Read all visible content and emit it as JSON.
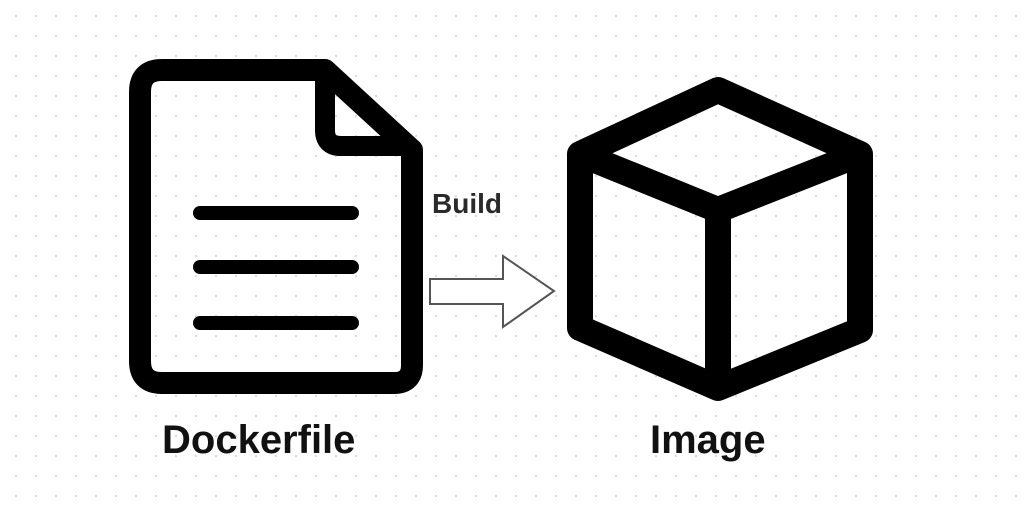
{
  "nodes": {
    "source": {
      "label": "Dockerfile",
      "icon": "document-icon"
    },
    "target": {
      "label": "Image",
      "icon": "cube-icon"
    }
  },
  "edge": {
    "label": "Build",
    "icon": "arrow-right-icon"
  },
  "colors": {
    "stroke": "#000000",
    "arrow_outline": "#555555",
    "background": "#ffffff",
    "grid_dot": "#d9d9d9"
  }
}
